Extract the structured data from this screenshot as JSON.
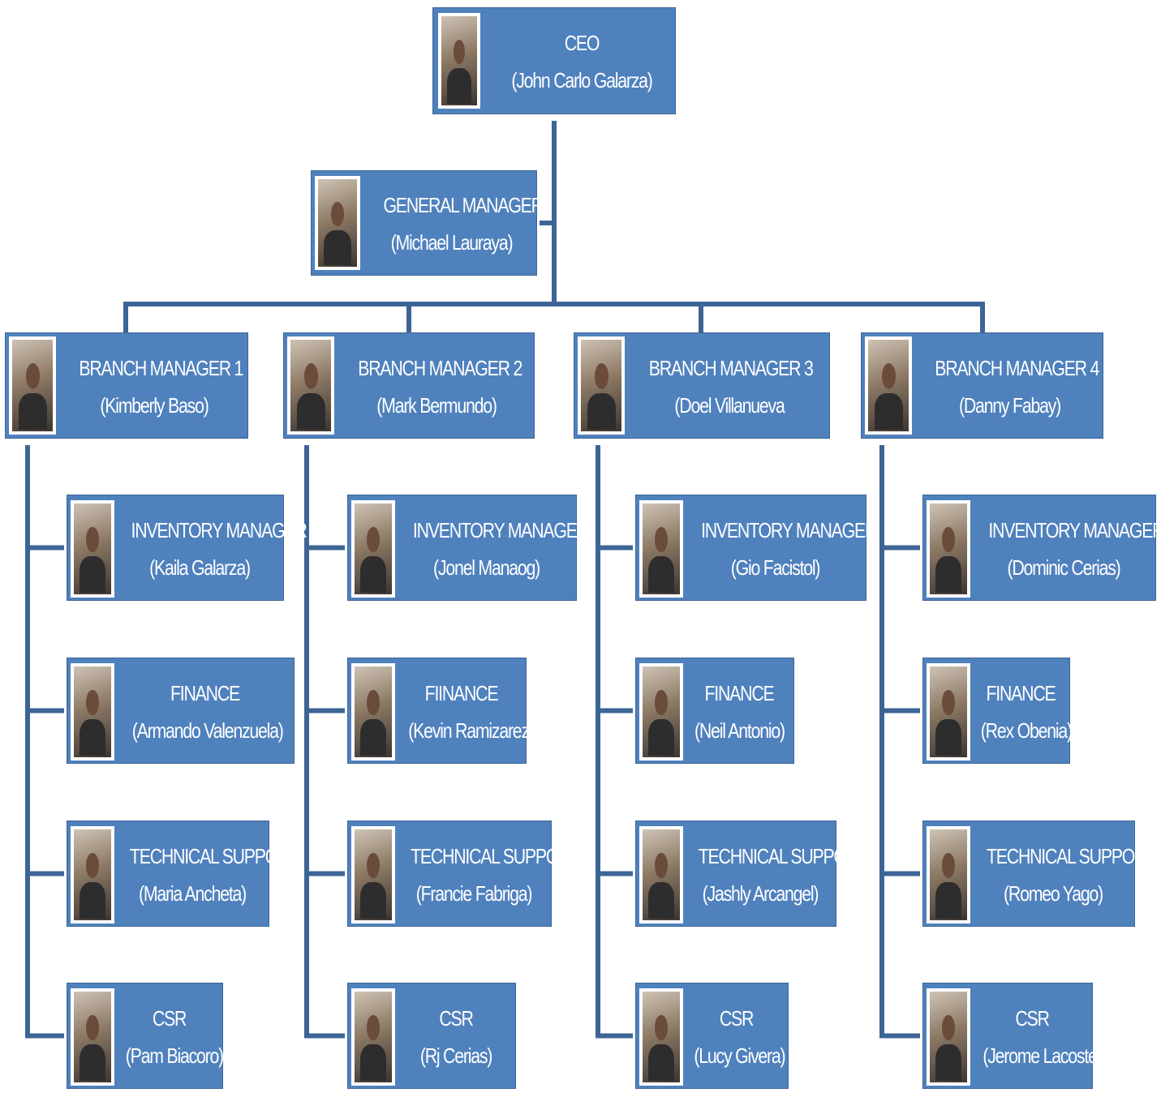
{
  "ceo": {
    "title": "CEO",
    "name": "(John Carlo Galarza)"
  },
  "general_manager": {
    "title": "GENERAL MANAGER",
    "name": "(Michael Lauraya)"
  },
  "branches": [
    {
      "manager": {
        "title": "BRANCH MANAGER 1",
        "name": "(Kimberly Baso)"
      },
      "staff": [
        {
          "title": "INVENTORY MANAGER",
          "name": "(Kaila Galarza)"
        },
        {
          "title": "FINANCE",
          "name": "(Armando Valenzuela)"
        },
        {
          "title": "TECHNICAL SUPPORT",
          "name": "(Maria Ancheta)"
        },
        {
          "title": "CSR",
          "name": "(Pam Biacoro)"
        }
      ]
    },
    {
      "manager": {
        "title": "BRANCH MANAGER 2",
        "name": "(Mark Bermundo)"
      },
      "staff": [
        {
          "title": "INVENTORY MANAGER",
          "name": "(Jonel Manaog)"
        },
        {
          "title": "FIINANCE",
          "name": "(Kevin Ramizarez)"
        },
        {
          "title": "TECHNICAL SUPPORT",
          "name": "(Francie Fabriga)"
        },
        {
          "title": "CSR",
          "name": "(Rj Cerias)"
        }
      ]
    },
    {
      "manager": {
        "title": "BRANCH MANAGER 3",
        "name": "(Doel Villanueva"
      },
      "staff": [
        {
          "title": "INVENTORY MANAGER",
          "name": "(Gio Facistol)"
        },
        {
          "title": "FINANCE",
          "name": "(Neil Antonio)"
        },
        {
          "title": "TECHNICAL SUPPORT",
          "name": "(Jashly Arcangel)"
        },
        {
          "title": "CSR",
          "name": "(Lucy Givera)"
        }
      ]
    },
    {
      "manager": {
        "title": "BRANCH MANAGER 4",
        "name": "(Danny Fabay)"
      },
      "staff": [
        {
          "title": "INVENTORY MANAGER",
          "name": "(Dominic Cerias)"
        },
        {
          "title": "FINANCE",
          "name": "(Rex Obenia)"
        },
        {
          "title": "TECHNICAL SUPPORT",
          "name": "(Romeo Yago)"
        },
        {
          "title": "CSR",
          "name": "(Jerome Lacoste)"
        }
      ]
    }
  ],
  "colors": {
    "box": "#4f81bd",
    "line": "#3c6596",
    "text": "#ffffff"
  }
}
